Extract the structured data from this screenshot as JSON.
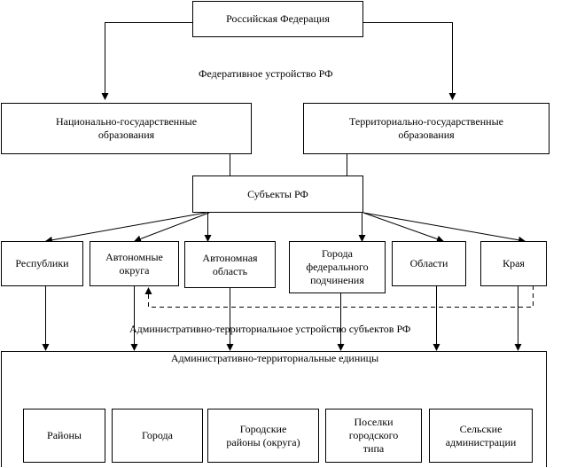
{
  "root": "Российская Федерация",
  "federal_label": "Федеративное устройство РФ",
  "types": {
    "national": "Национально-государственные\nобразования",
    "territorial": "Территориально-государственные\nобразования"
  },
  "subjects": "Субъекты РФ",
  "subject_kinds": {
    "republics": "Республики",
    "autonomous_okrugs": "Автономные\nокруга",
    "autonomous_oblast": "Автономная\nобласть",
    "federal_cities": "Города\nфедерального\nподчинения",
    "oblasts": "Области",
    "krais": "Края"
  },
  "admin_label": "Административно-территориальное устройство субъектов РФ",
  "admin_units": {
    "title": "Административно-территориальные единицы",
    "items": {
      "districts": "Районы",
      "cities": "Города",
      "city_districts": "Городские\nрайоны (округа)",
      "settlements": "Поселки\nгородского\nтипа",
      "rural": "Сельские\nадминистрации"
    }
  }
}
